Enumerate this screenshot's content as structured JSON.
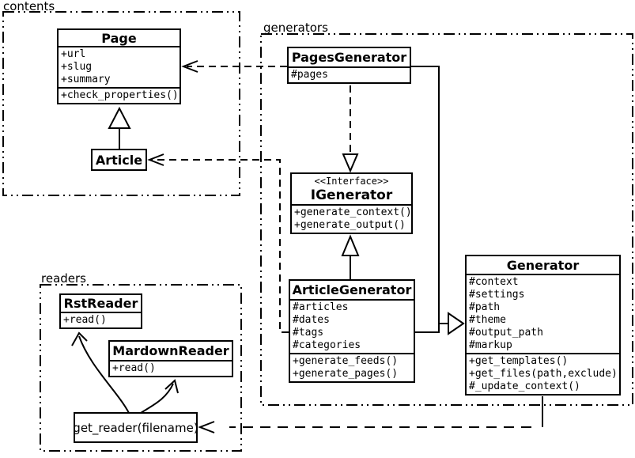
{
  "packages": {
    "contents": {
      "label": "contents"
    },
    "generators": {
      "label": "generators"
    },
    "readers": {
      "label": "readers"
    }
  },
  "classes": {
    "page": {
      "name": "Page",
      "attributes": [
        "+url",
        "+slug",
        "+summary"
      ],
      "methods": [
        "+check_properties()"
      ]
    },
    "article": {
      "name": "Article"
    },
    "pages_generator": {
      "name": "PagesGenerator",
      "attributes": [
        "#pages"
      ]
    },
    "igenerator": {
      "stereotype": "<<Interface>>",
      "name": "IGenerator",
      "methods": [
        "+generate_context()",
        "+generate_output()"
      ]
    },
    "article_generator": {
      "name": "ArticleGenerator",
      "attributes": [
        "#articles",
        "#dates",
        "#tags",
        "#categories"
      ],
      "methods": [
        "+generate_feeds()",
        "+generate_pages()"
      ]
    },
    "generator": {
      "name": "Generator",
      "attributes": [
        "#context",
        "#settings",
        "#path",
        "#theme",
        "#output_path",
        "#markup"
      ],
      "methods": [
        "+get_templates()",
        "+get_files(path,exclude)",
        "#_update_context()"
      ]
    },
    "rst_reader": {
      "name": "RstReader",
      "methods": [
        "+read()"
      ]
    },
    "mardown_reader": {
      "name": "MardownReader",
      "methods": [
        "+read()"
      ]
    },
    "get_reader": {
      "name": "get_reader(filename)"
    }
  },
  "relationships": [
    {
      "from": "Article",
      "to": "Page",
      "type": "generalization",
      "line": "solid"
    },
    {
      "from": "PagesGenerator",
      "to": "Page",
      "type": "dependency",
      "line": "dashed"
    },
    {
      "from": "ArticleGenerator",
      "to": "Article",
      "type": "dependency",
      "line": "dashed"
    },
    {
      "from": "PagesGenerator",
      "to": "IGenerator",
      "type": "realization",
      "line": "dashed"
    },
    {
      "from": "ArticleGenerator",
      "to": "IGenerator",
      "type": "generalization",
      "line": "solid"
    },
    {
      "from": "PagesGenerator",
      "to": "Generator",
      "type": "generalization",
      "line": "solid"
    },
    {
      "from": "ArticleGenerator",
      "to": "Generator",
      "type": "generalization",
      "line": "solid"
    },
    {
      "from": "Generator",
      "to": "get_reader(filename)",
      "type": "dependency",
      "line": "dashed"
    },
    {
      "from": "get_reader(filename)",
      "to": "RstReader",
      "type": "dependency",
      "line": "solid-curved"
    },
    {
      "from": "get_reader(filename)",
      "to": "MardownReader",
      "type": "dependency",
      "line": "solid-curved"
    }
  ],
  "colors": {
    "line": "#000000",
    "background": "#ffffff",
    "box_fill": "#ffffff"
  }
}
